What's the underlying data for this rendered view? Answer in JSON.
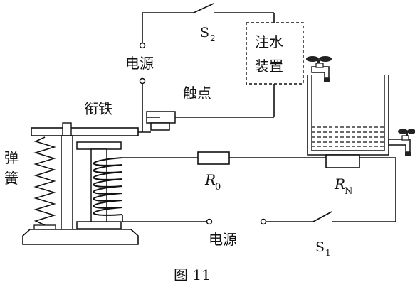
{
  "labels": {
    "switch_s2": "S",
    "switch_s2_sub": "2",
    "device_line1": "注水",
    "device_line2": "装置",
    "power_top": "电源",
    "armature": "衔铁",
    "contact": "触点",
    "spring_line1": "弹",
    "spring_line2": "簧",
    "resistor_r0": "R",
    "resistor_r0_sub": "0",
    "resistor_rn": "R",
    "resistor_rn_sub": "N",
    "power_bottom": "电源",
    "switch_s1": "S",
    "switch_s1_sub": "1",
    "figure_caption": "图 11"
  }
}
